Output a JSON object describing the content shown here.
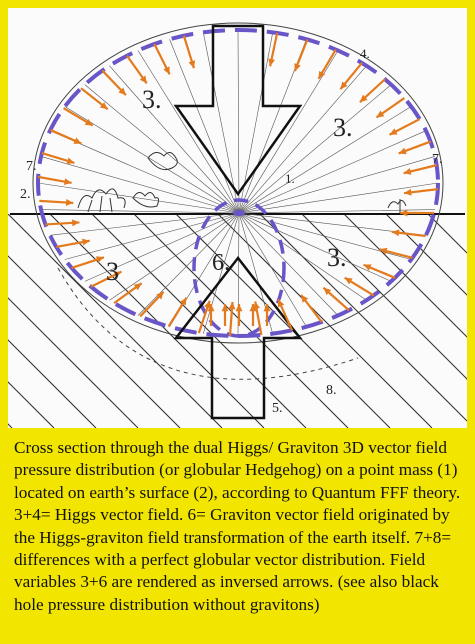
{
  "diagram": {
    "labels": {
      "field_left": "3.",
      "field_right": "3.",
      "field_lower_left": "3",
      "field_lower_right": "3.",
      "graviton": "6.",
      "point_mass": "1.",
      "surface_left": "2.",
      "diff_left": "7.",
      "diff_right": "7.",
      "outer": "4.",
      "bottom": "5.",
      "dashed": "8."
    },
    "colors": {
      "background": "#f2e600",
      "arrows": "#e37b1e",
      "dashed_circle": "#6a55c8",
      "lines": "#222222"
    }
  },
  "caption": {
    "text": "Cross section through the dual Higgs/ Graviton 3D vector field pressure distribution (or globular Hedgehog) on a point mass (1) located on earth’s surface (2), according to Quantum FFF theory. 3+4= Higgs vector field. 6= Graviton vector field originated by the Higgs-graviton field transformation of the earth itself. 7+8= differences with a perfect globular vector distribution. Field variables 3+6 are rendered as inversed arrows. (see also black hole pressure distribution without gravitons)"
  }
}
